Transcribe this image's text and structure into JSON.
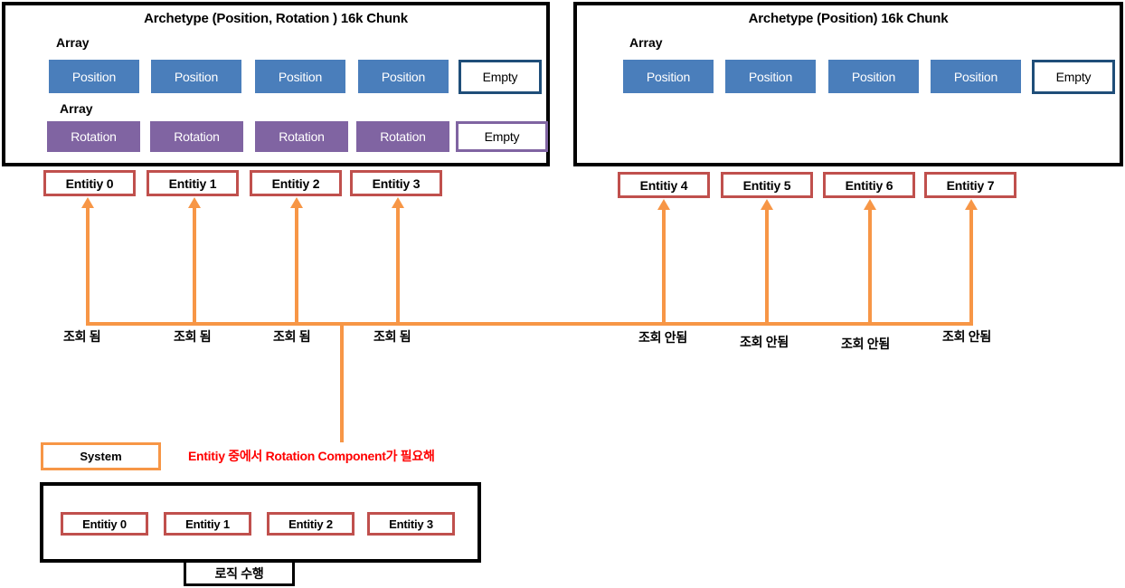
{
  "diagram": {
    "chunks": [
      {
        "id": "chunk-position-rotation",
        "title": "Archetype (Position, Rotation ) 16k Chunk",
        "arrays": [
          {
            "label": "Array",
            "cells": [
              {
                "text": "Position",
                "kind": "position"
              },
              {
                "text": "Position",
                "kind": "position"
              },
              {
                "text": "Position",
                "kind": "position"
              },
              {
                "text": "Position",
                "kind": "position"
              },
              {
                "text": "Empty",
                "kind": "empty-blue"
              }
            ]
          },
          {
            "label": "Array",
            "cells": [
              {
                "text": "Rotation",
                "kind": "rotation"
              },
              {
                "text": "Rotation",
                "kind": "rotation"
              },
              {
                "text": "Rotation",
                "kind": "rotation"
              },
              {
                "text": "Rotation",
                "kind": "rotation"
              },
              {
                "text": "Empty",
                "kind": "empty-purple"
              }
            ]
          }
        ]
      },
      {
        "id": "chunk-position",
        "title": "Archetype (Position) 16k Chunk",
        "arrays": [
          {
            "label": "Array",
            "cells": [
              {
                "text": "Position",
                "kind": "position"
              },
              {
                "text": "Position",
                "kind": "position"
              },
              {
                "text": "Position",
                "kind": "position"
              },
              {
                "text": "Position",
                "kind": "position"
              },
              {
                "text": "Empty",
                "kind": "empty-blue"
              }
            ]
          }
        ]
      }
    ],
    "entities": [
      {
        "label": "Entitiy 0",
        "status": "조회 됨"
      },
      {
        "label": "Entitiy 1",
        "status": "조회 됨"
      },
      {
        "label": "Entitiy 2",
        "status": "조회 됨"
      },
      {
        "label": "Entitiy 3",
        "status": "조회 됨"
      },
      {
        "label": "Entitiy 4",
        "status": "조회 안됨"
      },
      {
        "label": "Entitiy 5",
        "status": "조회 안됨"
      },
      {
        "label": "Entitiy 6",
        "status": "조회 안됨"
      },
      {
        "label": "Entitiy 7",
        "status": "조회 안됨"
      }
    ],
    "system": {
      "label": "System",
      "query_note": "Entitiy 중에서 Rotation Component가 필요해",
      "matched_entities": [
        "Entitiy 0",
        "Entitiy 1",
        "Entitiy 2",
        "Entitiy 3"
      ],
      "logic_label": "로직 수행"
    },
    "colors": {
      "position": "#4a7ebb",
      "rotation": "#8064a2",
      "entity_border": "#c0504d",
      "arrow": "#f79646",
      "note": "#ff0000",
      "empty_blue_border": "#1f4e79",
      "chunk_border": "#000000"
    }
  }
}
